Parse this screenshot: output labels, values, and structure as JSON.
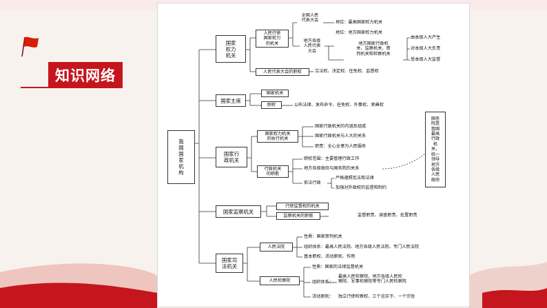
{
  "slide": {
    "title": "知识网络"
  },
  "root": {
    "label": "我\n国\n国\n家\n机\n构"
  },
  "power": {
    "label": "国家\n权力\n机关",
    "npc_box": "人民行使\n国家权力\n的机关",
    "national": "全国人民\n代表大会",
    "national_status": "地位：最高国家权力机关",
    "local": "地方各级\n人民代表\n大会",
    "local_status": "地位：地方国家权力机关",
    "local_relation": "地方国家行政机\n关、监察机关、审\n判机关和检察机关",
    "produced": "由本级人大产生",
    "responsible": "对本级人大负责",
    "supervised": "受本级人大监督",
    "powers_box": "人民代表大会的职权",
    "powers": "立法权、决定权、任免权、监督权"
  },
  "president": {
    "label": "国家主席",
    "organ": "国家机关",
    "powers_box": "职权",
    "powers": "公布法律、发布命令、任免权、外事权、荣典权"
  },
  "admin": {
    "label": "国家行\n政机关",
    "exec_box": "国家权力机关\n的执行机关",
    "exec_items": [
      "国家行政机关的内涵及组成",
      "国家行政机关与人大的关系",
      "职责：全心全意为人民服务"
    ],
    "duty_box": "行政机关\n的职能",
    "duty_scope": "职权范围：主要管理行政工作",
    "duty_relation": "地方各级政府与国务院的关系",
    "lawful": "依法行政",
    "lawful_items": [
      "严格遵照宪法和法律",
      "加强对外政权的监督和制约"
    ],
    "state_council": "国务\n院是\n我国\n最高\n行政\n机\n关，\n统一\n领导\n地方\n各级\n人民\n政府"
  },
  "supervision": {
    "label": "国家监察机关",
    "item1": "行使监督权的机关",
    "item2_box": "监察机关的职能",
    "item2": "监督职责、调查职责、处置职责"
  },
  "judicial": {
    "label": "国家司\n法机关",
    "court_box": "人民法院",
    "court_nature": "性质：国家审判机关",
    "court_org": "组织体系：最高人民法院、地方各级人民法院、专门人民法院",
    "court_duty": "基本职权、活动原则、作用",
    "procu_box": "人民检察院",
    "procu_nature": "性质：国家的法律监督机关",
    "procu_org_label": "组织体系：",
    "procu_org": "最高人民检察院、地方各级人民检\n察院、军事检察院等专门人民检察院",
    "procu_principle_label": "活动原则：",
    "procu_principle": "独立行使检察权、三个忠实于、一个宗旨"
  }
}
